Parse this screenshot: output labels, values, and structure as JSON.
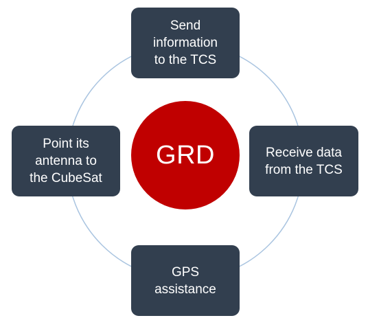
{
  "diagram": {
    "center": {
      "label": "GRD",
      "color": "#c00000"
    },
    "node_color": "#323f4f",
    "ring_color": "#a9c4e0",
    "nodes": [
      {
        "id": "top",
        "label": "Send\ninformation\nto the TCS"
      },
      {
        "id": "left",
        "label": "Point its\nantenna to\nthe CubeSat"
      },
      {
        "id": "right",
        "label": "Receive data\nfrom the TCS"
      },
      {
        "id": "bottom",
        "label": "GPS\nassistance"
      }
    ]
  }
}
